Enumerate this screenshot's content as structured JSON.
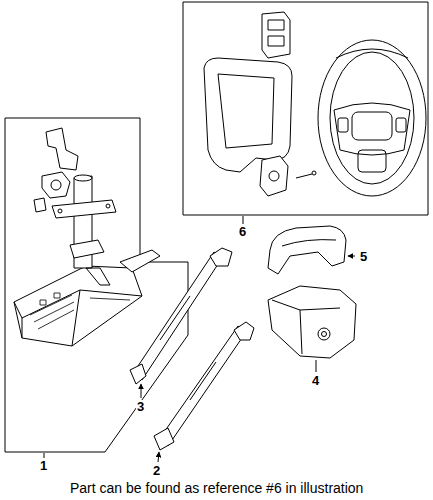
{
  "diagram": {
    "caption": "Part can be found as reference #6 in illustration",
    "labels": [
      "1",
      "2",
      "3",
      "4",
      "5",
      "6"
    ]
  }
}
